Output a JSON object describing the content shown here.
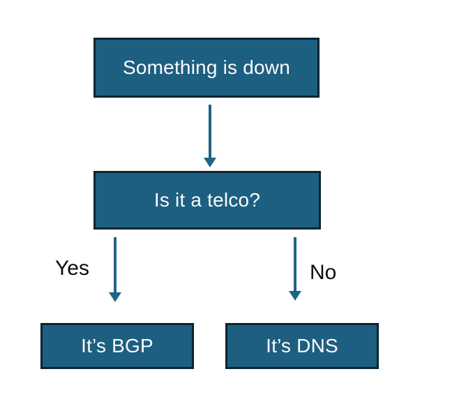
{
  "diagram": {
    "type": "flowchart",
    "nodes": {
      "root": {
        "label": "Something is down"
      },
      "decision": {
        "label": "Is it a telco?"
      },
      "yes_result": {
        "label": "It’s BGP"
      },
      "no_result": {
        "label": "It’s DNS"
      }
    },
    "edges": {
      "root_to_decision": {
        "label": ""
      },
      "yes": {
        "label": "Yes"
      },
      "no": {
        "label": "No"
      }
    }
  },
  "colors": {
    "background": "#ffffff",
    "box_fill": "#1d5f80",
    "box_border": "#0c2430",
    "box_text": "#fbfbfb",
    "arrow": "#1e6486",
    "label_text": "#0d0d0d"
  }
}
